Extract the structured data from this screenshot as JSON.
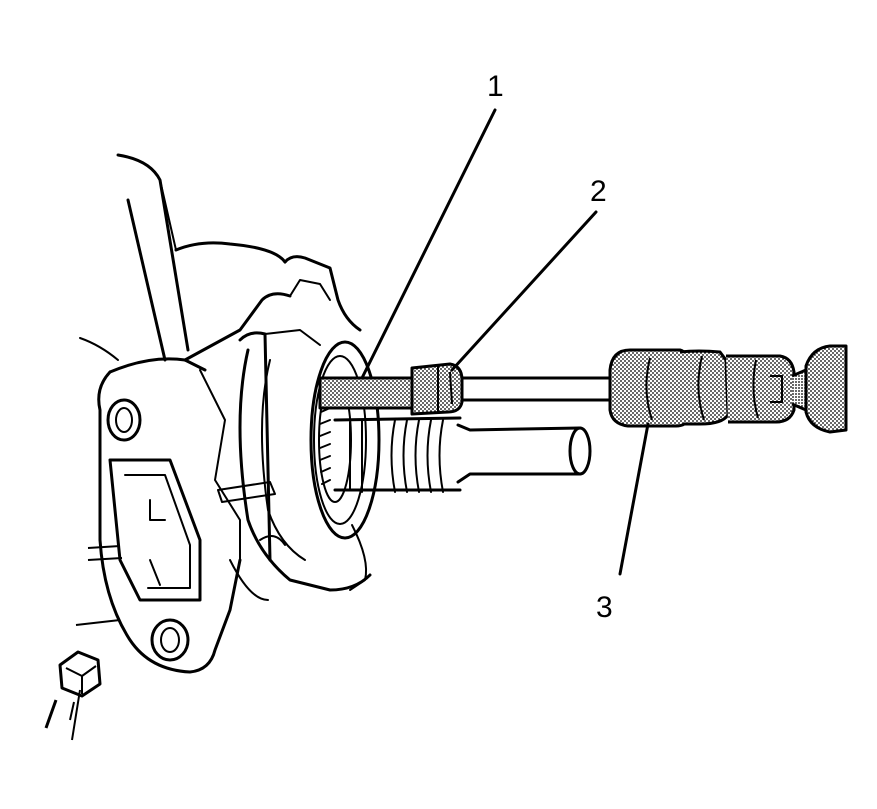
{
  "callouts": [
    {
      "id": "1",
      "text": "1"
    },
    {
      "id": "2",
      "text": "2"
    },
    {
      "id": "3",
      "text": "3"
    }
  ],
  "colors": {
    "ink": "#000000",
    "paper": "#ffffff",
    "stipple": "#808080"
  }
}
